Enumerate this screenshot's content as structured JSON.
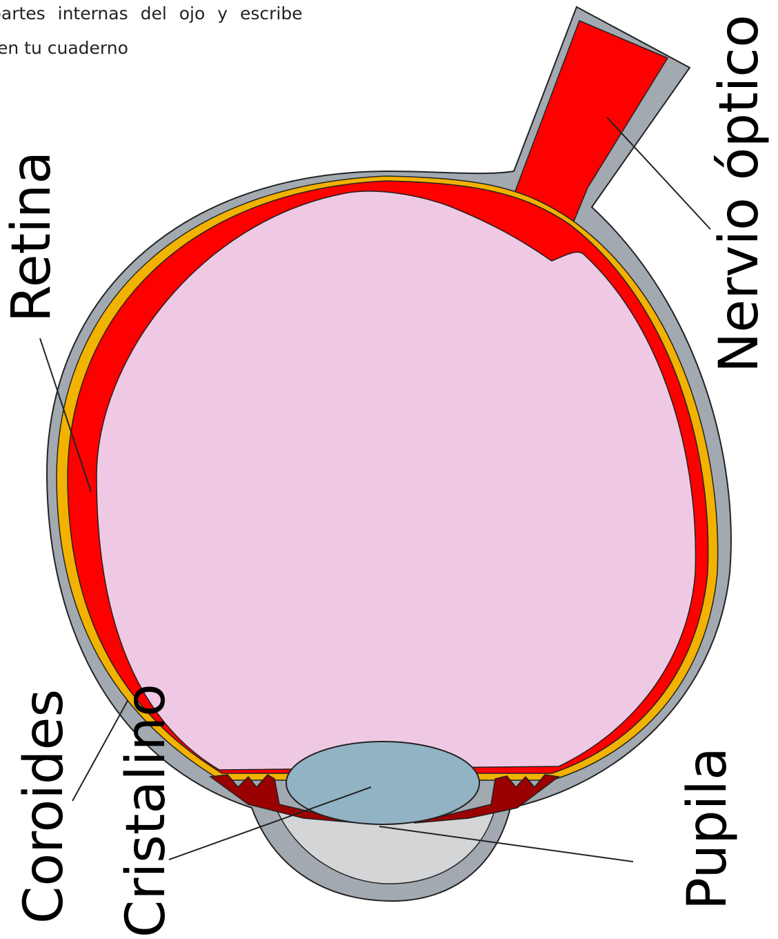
{
  "instruction": {
    "line1": "partes internas del ojo y escribe",
    "line2": "en tu cuaderno"
  },
  "labels": {
    "retina": "Retina",
    "nervio_optico": "Nervio óptico",
    "coroides": "Coroides",
    "cristalino": "Cristalino",
    "pupila": "Pupila"
  },
  "colors": {
    "sclera": "#a3a9b1",
    "choroid": "#f2b200",
    "retina": "#ff0000",
    "vitreous": "#efc9e4",
    "lens": "#92b3c4",
    "cornea": "#d3d5d6",
    "ciliary": "#9b0000"
  }
}
